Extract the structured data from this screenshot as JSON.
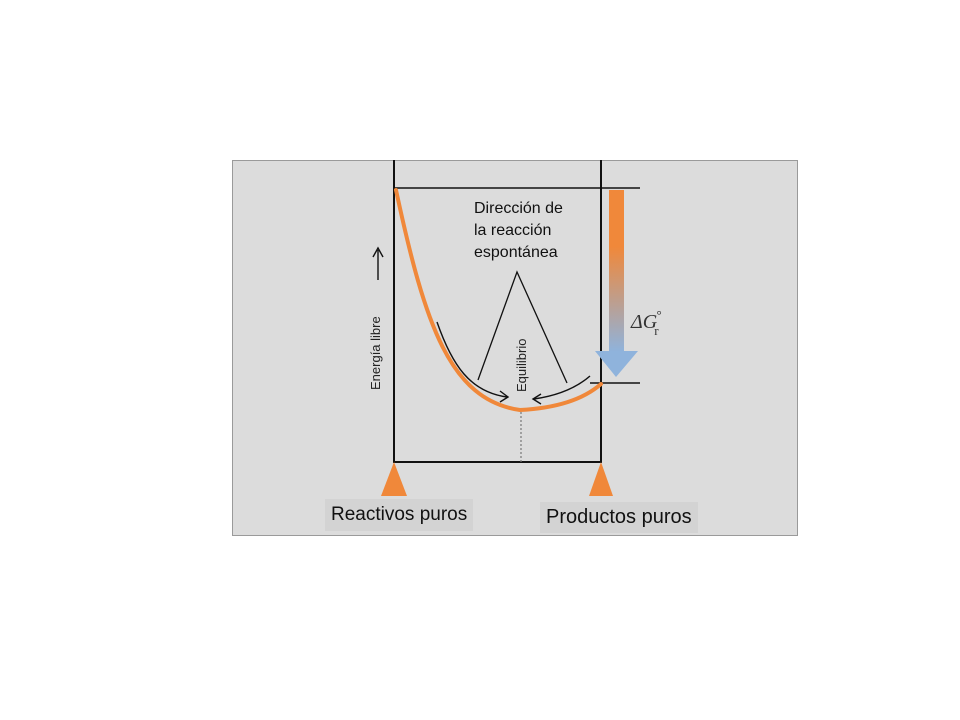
{
  "diagram": {
    "direction_text": "Dirección de\nla reacción\nespontánea",
    "free_energy_label": "Energía libre",
    "equilibrium_label": "Equilibrio",
    "delta_g": {
      "symbol": "ΔG",
      "subscript": "r",
      "superscript": "°"
    },
    "reactants_label": "Reactivos puros",
    "products_label": "Productos puros",
    "colors": {
      "background": "#dcdcdc",
      "curve": "#f0883a",
      "arrow_top": "#f0883a",
      "arrow_bottom": "#8fb3dc",
      "lines": "#111111"
    }
  }
}
